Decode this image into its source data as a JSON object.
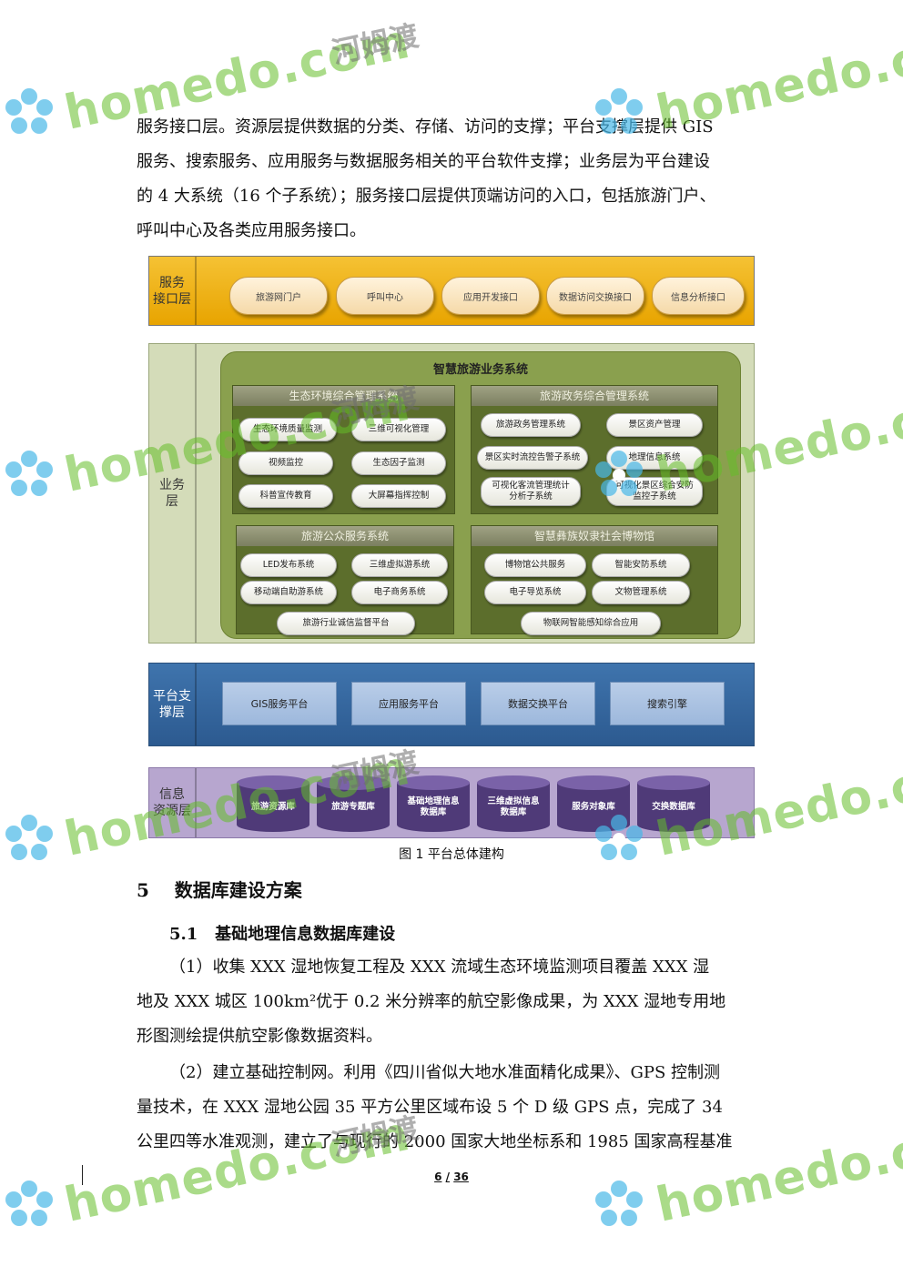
{
  "intro": {
    "lines": [
      "服务接口层。资源层提供数据的分类、存储、访问的支撑；平台支撑层提供 GIS",
      "服务、搜索服务、应用服务与数据服务相关的平台软件支撑；业务层为平台建设",
      "的 4 大系统（16 个子系统）；服务接口层提供顶端访问的入口，包括旅游门户、",
      "呼叫中心及各类应用服务接口。"
    ]
  },
  "diagram": {
    "service_layer": {
      "label": "服务\n接口层",
      "items": [
        "旅游网门户",
        "呼叫中心",
        "应用开发接口",
        "数据访问交换接口",
        "信息分析接口"
      ]
    },
    "business_layer": {
      "label": "业务\n层",
      "title": "智慧旅游业务系统",
      "subsystems": [
        {
          "title": "生态环境综合管理系统",
          "items": [
            "生态环境质量监测",
            "三维可视化管理",
            "视频监控",
            "生态因子监测",
            "科普宣传教育",
            "大屏幕指挥控制"
          ]
        },
        {
          "title": "旅游政务综合管理系统",
          "items": [
            "旅游政务管理系统",
            "景区资产管理",
            "景区实时流控告警子系统",
            "地理信息系统",
            "可视化客流管理统计\n分析子系统",
            "可视化景区综合安防\n监控子系统"
          ]
        },
        {
          "title": "旅游公众服务系统",
          "items": [
            "LED发布系统",
            "三维虚拟游系统",
            "移动端自助游系统",
            "电子商务系统",
            "旅游行业诚信监督平台"
          ]
        },
        {
          "title": "智慧彝族奴隶社会博物馆",
          "items": [
            "博物馆公共服务",
            "智能安防系统",
            "电子导览系统",
            "文物管理系统",
            "物联网智能感知综合应用"
          ]
        }
      ]
    },
    "platform_layer": {
      "label": "平台支\n撑层",
      "items": [
        "GIS服务平台",
        "应用服务平台",
        "数据交换平台",
        "搜索引擎"
      ]
    },
    "info_layer": {
      "label": "信息\n资源层",
      "items": [
        "旅游资源库",
        "旅游专题库",
        "基础地理信息\n数据库",
        "三维虚拟信息\n数据库",
        "服务对象库",
        "交换数据库"
      ]
    }
  },
  "caption": "图 1 平台总体建构",
  "section": {
    "number": "5",
    "title": "数据库建设方案"
  },
  "subsection": {
    "number": "5.1",
    "title": "基础地理信息数据库建设"
  },
  "para1": {
    "lines": [
      "（1）收集 XXX 湿地恢复工程及 XXX 流域生态环境监测项目覆盖 XXX 湿",
      "地及 XXX 城区 100km²优于 0.2 米分辨率的航空影像成果，为 XXX 湿地专用地",
      "形图测绘提供航空影像数据资料。"
    ]
  },
  "para2": {
    "lines": [
      "（2）建立基础控制网。利用《四川省似大地水准面精化成果》、GPS 控制测",
      "量技术，在 XXX 湿地公园 35 平方公里区域布设 5 个 D 级 GPS 点，完成了 34",
      "公里四等水准观测，建立了与现行的 2000 国家大地坐标系和 1985 国家高程基准"
    ]
  },
  "footer": {
    "page": "6",
    "sep": "/",
    "total": "36"
  },
  "watermark": {
    "text": "homedo.com",
    "cn": "河姆渡",
    "color": "#6cbf2a"
  }
}
